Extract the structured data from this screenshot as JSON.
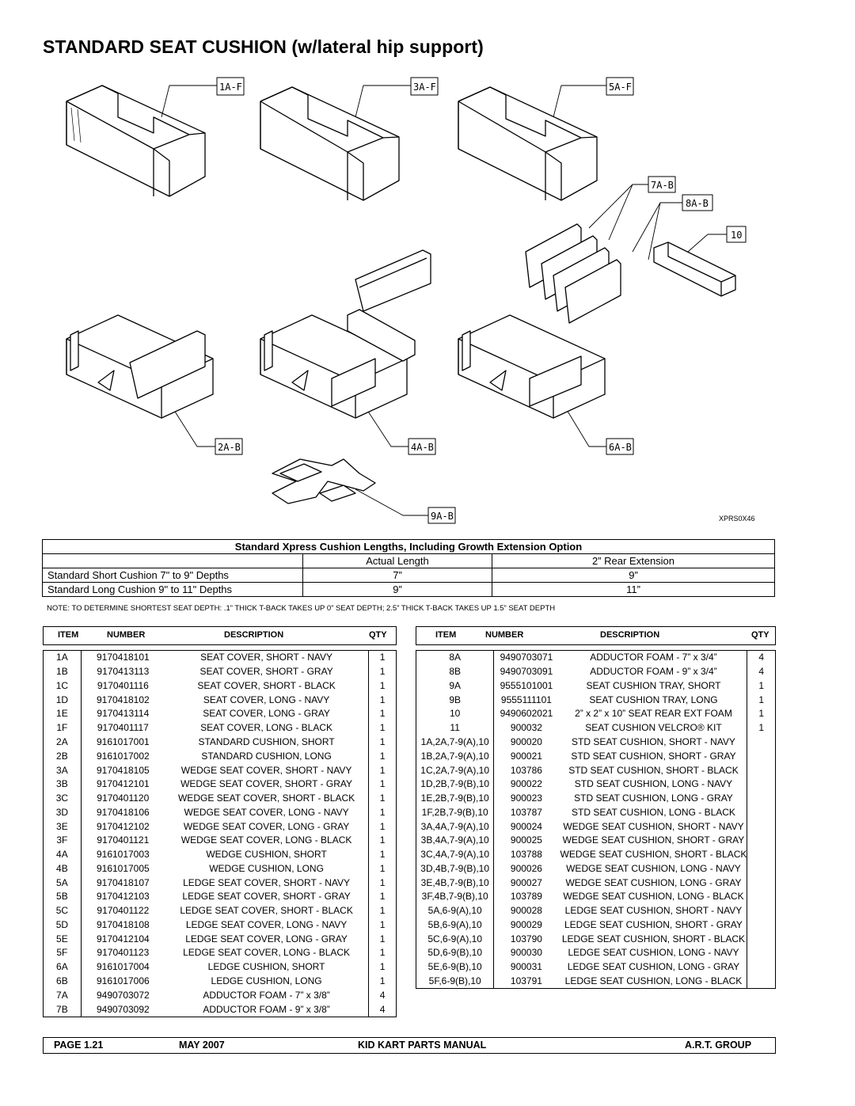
{
  "title": "STANDARD SEAT CUSHION (w/lateral hip support)",
  "figure": {
    "callouts": [
      "1A-F",
      "3A-F",
      "5A-F",
      "7A-B",
      "8A-B",
      "10",
      "2A-B",
      "4A-B",
      "6A-B",
      "9A-B"
    ],
    "code": "XPRS0X46"
  },
  "lengths_table": {
    "title": "Standard Xpress Cushion Lengths, Including Growth Extension Option",
    "col1": "Actual Length",
    "col2": "2” Rear Extension",
    "rows": [
      {
        "label": "Standard Short Cushion 7\" to 9\" Depths",
        "actual": "7”",
        "ext": "9”"
      },
      {
        "label": "Standard Long Cushion 9\" to 11\" Depths",
        "actual": "9”",
        "ext": "11”"
      }
    ]
  },
  "note": "NOTE: TO DETERMINE SHORTEST SEAT DEPTH: .1” THICK T-BACK TAKES UP 0” SEAT DEPTH; 2.5” THICK T-BACK TAKES UP 1.5” SEAT DEPTH",
  "headers": {
    "item": "ITEM",
    "number": "NUMBER",
    "description": "DESCRIPTION",
    "qty": "QTY"
  },
  "left_parts": [
    {
      "item": "1A",
      "number": "9170418101",
      "description": "SEAT COVER, SHORT - NAVY",
      "qty": "1"
    },
    {
      "item": "1B",
      "number": "9170413113",
      "description": "SEAT COVER, SHORT - GRAY",
      "qty": "1"
    },
    {
      "item": "1C",
      "number": "9170401116",
      "description": "SEAT COVER, SHORT - BLACK",
      "qty": "1"
    },
    {
      "item": "1D",
      "number": "9170418102",
      "description": "SEAT COVER, LONG - NAVY",
      "qty": "1"
    },
    {
      "item": "1E",
      "number": "9170413114",
      "description": "SEAT COVER, LONG - GRAY",
      "qty": "1"
    },
    {
      "item": "1F",
      "number": "9170401117",
      "description": "SEAT COVER, LONG - BLACK",
      "qty": "1"
    },
    {
      "item": "2A",
      "number": "9161017001",
      "description": "STANDARD CUSHION, SHORT",
      "qty": "1"
    },
    {
      "item": "2B",
      "number": "9161017002",
      "description": "STANDARD CUSHION, LONG",
      "qty": "1"
    },
    {
      "item": "3A",
      "number": "9170418105",
      "description": "WEDGE SEAT COVER, SHORT - NAVY",
      "qty": "1"
    },
    {
      "item": "3B",
      "number": "9170412101",
      "description": "WEDGE SEAT COVER, SHORT - GRAY",
      "qty": "1"
    },
    {
      "item": "3C",
      "number": "9170401120",
      "description": "WEDGE SEAT COVER, SHORT - BLACK",
      "qty": "1"
    },
    {
      "item": "3D",
      "number": "9170418106",
      "description": "WEDGE SEAT COVER, LONG - NAVY",
      "qty": "1"
    },
    {
      "item": "3E",
      "number": "9170412102",
      "description": "WEDGE SEAT COVER, LONG - GRAY",
      "qty": "1"
    },
    {
      "item": "3F",
      "number": "9170401121",
      "description": "WEDGE SEAT COVER, LONG - BLACK",
      "qty": "1"
    },
    {
      "item": "4A",
      "number": "9161017003",
      "description": "WEDGE CUSHION, SHORT",
      "qty": "1"
    },
    {
      "item": "4B",
      "number": "9161017005",
      "description": "WEDGE CUSHION, LONG",
      "qty": "1"
    },
    {
      "item": "5A",
      "number": "9170418107",
      "description": "LEDGE SEAT COVER, SHORT - NAVY",
      "qty": "1"
    },
    {
      "item": "5B",
      "number": "9170412103",
      "description": "LEDGE SEAT COVER, SHORT - GRAY",
      "qty": "1"
    },
    {
      "item": "5C",
      "number": "9170401122",
      "description": "LEDGE SEAT COVER, SHORT - BLACK",
      "qty": "1"
    },
    {
      "item": "5D",
      "number": "9170418108",
      "description": "LEDGE SEAT COVER, LONG - NAVY",
      "qty": "1"
    },
    {
      "item": "5E",
      "number": "9170412104",
      "description": "LEDGE SEAT COVER, LONG - GRAY",
      "qty": "1"
    },
    {
      "item": "5F",
      "number": "9170401123",
      "description": "LEDGE SEAT COVER, LONG - BLACK",
      "qty": "1"
    },
    {
      "item": "6A",
      "number": "9161017004",
      "description": "LEDGE CUSHION, SHORT",
      "qty": "1"
    },
    {
      "item": "6B",
      "number": "9161017006",
      "description": "LEDGE CUSHION, LONG",
      "qty": "1"
    },
    {
      "item": "7A",
      "number": "9490703072",
      "description": "ADDUCTOR FOAM - 7” x 3/8”",
      "qty": "4"
    },
    {
      "item": "7B",
      "number": "9490703092",
      "description": "ADDUCTOR FOAM - 9” x 3/8”",
      "qty": "4"
    }
  ],
  "right_parts": [
    {
      "item": "8A",
      "number": "9490703071",
      "description": "ADDUCTOR FOAM - 7” x 3/4”",
      "qty": "4"
    },
    {
      "item": "8B",
      "number": "9490703091",
      "description": "ADDUCTOR FOAM - 9” x 3/4”",
      "qty": "4"
    },
    {
      "item": "9A",
      "number": "9555101001",
      "description": "SEAT CUSHION TRAY, SHORT",
      "qty": "1"
    },
    {
      "item": "9B",
      "number": "9555111101",
      "description": "SEAT CUSHION TRAY, LONG",
      "qty": "1"
    },
    {
      "item": "10",
      "number": "9490602021",
      "description": "2” x 2” x 10” SEAT REAR EXT FOAM",
      "qty": "1"
    },
    {
      "item": "11",
      "number": "900032",
      "description": "SEAT CUSHION VELCRO® KIT",
      "qty": "1"
    },
    {
      "item": "1A,2A,7-9(A),10",
      "number": "900020",
      "description": "STD SEAT CUSHION, SHORT - NAVY",
      "qty": ""
    },
    {
      "item": "1B,2A,7-9(A),10",
      "number": "900021",
      "description": "STD SEAT CUSHION, SHORT - GRAY",
      "qty": ""
    },
    {
      "item": "1C,2A,7-9(A),10",
      "number": "103786",
      "description": "STD SEAT CUSHION, SHORT - BLACK",
      "qty": ""
    },
    {
      "item": "1D,2B,7-9(B),10",
      "number": "900022",
      "description": "STD SEAT CUSHION, LONG - NAVY",
      "qty": ""
    },
    {
      "item": "1E,2B,7-9(B),10",
      "number": "900023",
      "description": "STD SEAT CUSHION, LONG - GRAY",
      "qty": ""
    },
    {
      "item": "1F,2B,7-9(B),10",
      "number": "103787",
      "description": "STD SEAT CUSHION, LONG - BLACK",
      "qty": ""
    },
    {
      "item": "3A,4A,7-9(A),10",
      "number": "900024",
      "description": "WEDGE SEAT CUSHION, SHORT - NAVY",
      "qty": ""
    },
    {
      "item": "3B,4A,7-9(A),10",
      "number": "900025",
      "description": "WEDGE SEAT CUSHION, SHORT - GRAY",
      "qty": ""
    },
    {
      "item": "3C,4A,7-9(A),10",
      "number": "103788",
      "description": "WEDGE SEAT CUSHION, SHORT - BLACK",
      "qty": ""
    },
    {
      "item": "3D,4B,7-9(B),10",
      "number": "900026",
      "description": "WEDGE SEAT CUSHION, LONG - NAVY",
      "qty": ""
    },
    {
      "item": "3E,4B,7-9(B),10",
      "number": "900027",
      "description": "WEDGE SEAT CUSHION, LONG - GRAY",
      "qty": ""
    },
    {
      "item": "3F,4B,7-9(B),10",
      "number": "103789",
      "description": "WEDGE SEAT CUSHION, LONG - BLACK",
      "qty": ""
    },
    {
      "item": "5A,6-9(A),10",
      "number": "900028",
      "description": "LEDGE SEAT CUSHION, SHORT - NAVY",
      "qty": ""
    },
    {
      "item": "5B,6-9(A),10",
      "number": "900029",
      "description": "LEDGE SEAT CUSHION, SHORT - GRAY",
      "qty": ""
    },
    {
      "item": "5C,6-9(A),10",
      "number": "103790",
      "description": "LEDGE SEAT CUSHION, SHORT - BLACK",
      "qty": ""
    },
    {
      "item": "5D,6-9(B),10",
      "number": "900030",
      "description": "LEDGE SEAT CUSHION, LONG - NAVY",
      "qty": ""
    },
    {
      "item": "5E,6-9(B),10",
      "number": "900031",
      "description": "LEDGE SEAT CUSHION, LONG - GRAY",
      "qty": ""
    },
    {
      "item": "5F,6-9(B),10",
      "number": "103791",
      "description": "LEDGE SEAT CUSHION, LONG - BLACK",
      "qty": ""
    }
  ],
  "footer": {
    "page": "PAGE  1.21",
    "date": "MAY 2007",
    "manual": "KID KART PARTS MANUAL",
    "company": "A.R.T. GROUP"
  }
}
